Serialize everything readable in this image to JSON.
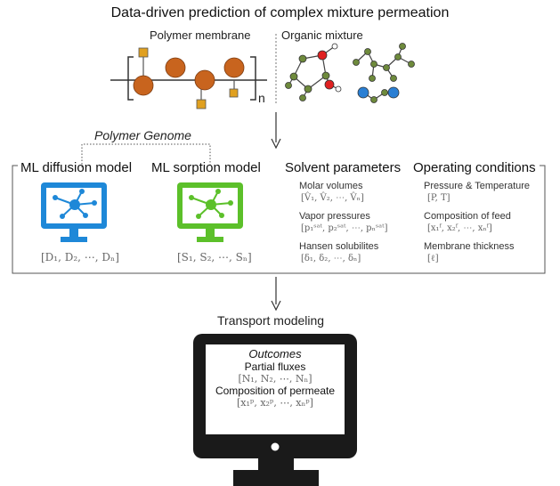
{
  "title": "Data-driven prediction of complex mixture permeation",
  "top": {
    "polymer_label": "Polymer membrane",
    "organic_label": "Organic mixture",
    "repeat_subscript": "n"
  },
  "polymer_genome": "Polymer Genome",
  "columns": {
    "diffusion": {
      "title": "ML diffusion model",
      "vector": "[D₁, D₂, ⋯, Dₙ]"
    },
    "sorption": {
      "title": "ML sorption model",
      "vector": "[S₁, S₂, ⋯, Sₙ]"
    },
    "solvent": {
      "title": "Solvent parameters",
      "items": [
        {
          "label": "Molar volumes",
          "math": "[V̂₁, V̂₂, ⋯, V̂ₙ]"
        },
        {
          "label": "Vapor pressures",
          "math": "[p₁ˢᵃᵗ, p₂ˢᵃᵗ, ⋯, pₙˢᵃᵗ]"
        },
        {
          "label": "Hansen solubilites",
          "math": "[δ₁, δ₂, ⋯, δₙ]"
        }
      ]
    },
    "operating": {
      "title": "Operating conditions",
      "items": [
        {
          "label": "Pressure & Temperature",
          "math": "[P, T]"
        },
        {
          "label": "Composition of feed",
          "math": "[x₁ᶠ, x₂ᶠ, ⋯, xₙᶠ]"
        },
        {
          "label": "Membrane thickness",
          "math": "[ℓ]"
        }
      ]
    }
  },
  "transport": "Transport modeling",
  "monitor": {
    "outcomes": "Outcomes",
    "partial_fluxes": "Partial fluxes",
    "fluxes_math": "[N₁, N₂, ⋯, Nₙ]",
    "composition": "Composition of permeate",
    "composition_math": "[x₁ᵖ, x₂ᵖ, ⋯, xₙᵖ]"
  },
  "colors": {
    "polymer_bead": "#c8641e",
    "side_group": "#e0a020",
    "molecule_node": "#6e8a3c",
    "oxygen": "#e02020",
    "blue_node": "#2a7fd4",
    "diffusion_monitor": "#1e88d8",
    "sorption_monitor": "#5cc02a",
    "large_monitor": "#1a1a1a"
  },
  "icons": [
    "network-monitor-icon",
    "computer-monitor-icon"
  ]
}
